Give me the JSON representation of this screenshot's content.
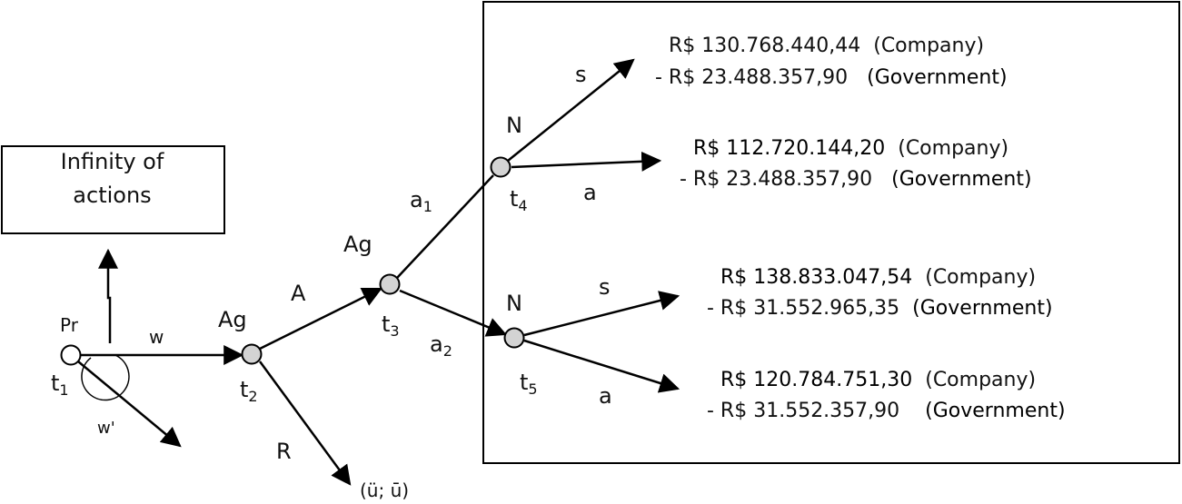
{
  "actions_box": {
    "line1": "Infinity of",
    "line2": "actions"
  },
  "nodes": {
    "t1": {
      "player": "Pr",
      "time_main": "t",
      "time_sub": "1"
    },
    "t2": {
      "player": "Ag",
      "time_main": "t",
      "time_sub": "2"
    },
    "t3": {
      "player": "Ag",
      "time_main": "t",
      "time_sub": "3"
    },
    "t4": {
      "player": "N",
      "time_main": "t",
      "time_sub": "4"
    },
    "t5": {
      "player": "N",
      "time_main": "t",
      "time_sub": "5"
    }
  },
  "edges": {
    "w": "w",
    "w_prime": "w'",
    "A": "A",
    "R": "R",
    "reject_payoff": "(ü; ū)",
    "a1_main": "a",
    "a1_sub": "1",
    "a2_main": "a",
    "a2_sub": "2",
    "t4_s": "s",
    "t4_a": "a",
    "t5_s": "s",
    "t5_a": "a"
  },
  "payoffs": [
    {
      "company": "R$ 130.768.440,44",
      "company_tag": "(Company)",
      "government": "- R$ 23.488.357,90",
      "government_tag": "(Government)"
    },
    {
      "company": "R$ 112.720.144,20",
      "company_tag": "(Company)",
      "government": "- R$ 23.488.357,90",
      "government_tag": "(Government)"
    },
    {
      "company": "R$ 138.833.047,54",
      "company_tag": "(Company)",
      "government": "- R$ 31.552.965,35",
      "government_tag": "(Government)"
    },
    {
      "company": "R$ 120.784.751,30",
      "company_tag": "(Company)",
      "government": "- R$ 31.552.357,90",
      "government_tag": "(Government)"
    }
  ]
}
